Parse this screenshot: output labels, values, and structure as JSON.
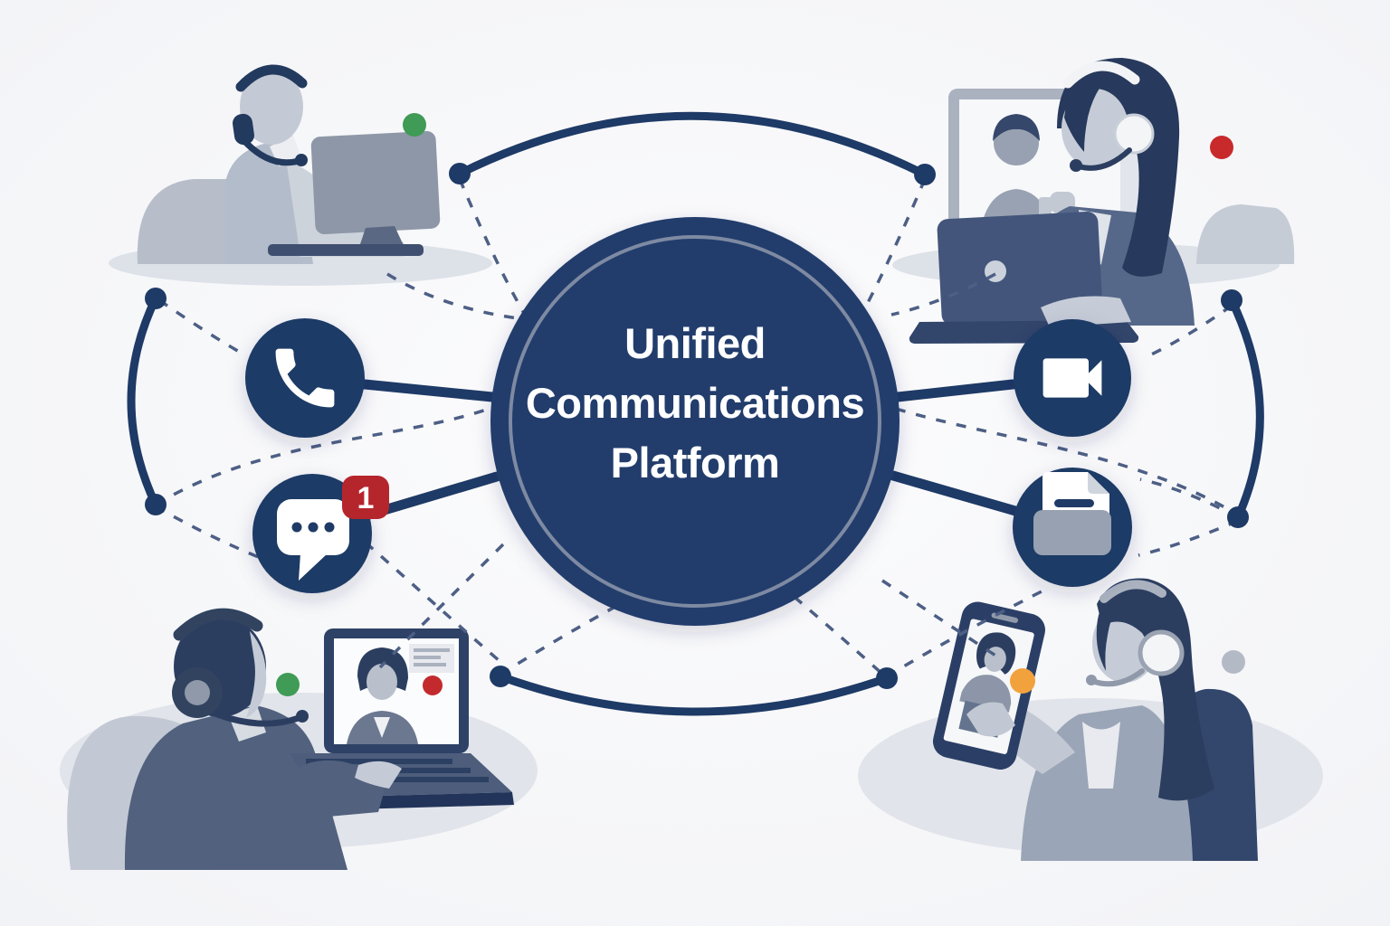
{
  "diagram": {
    "title": "Unified Communications Platform",
    "center_node": {
      "lines": [
        "Unified",
        "Communications",
        "Platform"
      ],
      "fill": "#213c6c",
      "inner_ring": "#7e8aa2",
      "text_color": "#ffffff"
    },
    "channel_nodes": [
      {
        "id": "phone",
        "icon": "phone-icon",
        "fill": "#1f3a66",
        "glyph_color": "#ffffff"
      },
      {
        "id": "chat",
        "icon": "chat-bubble-icon",
        "fill": "#1f3a66",
        "glyph_color": "#ffffff",
        "badge": {
          "text": "1",
          "fill": "#b5262c",
          "text_color": "#ffffff"
        }
      },
      {
        "id": "video",
        "icon": "video-camera-icon",
        "fill": "#1f3a66",
        "glyph_color": "#ffffff"
      },
      {
        "id": "fax",
        "icon": "fax-printer-icon",
        "fill": "#1f3a66",
        "glyph_color": "#ffffff",
        "tray_color": "#97a1b1"
      }
    ],
    "scenes": [
      {
        "id": "top-left",
        "subject": "agent-with-headset-at-desktop-computer",
        "status_dot": "#3f9b55"
      },
      {
        "id": "top-right",
        "subject": "woman-with-headset-on-laptop-video-call",
        "status_dot": "#c8292b"
      },
      {
        "id": "bottom-left",
        "subject": "man-with-headset-on-laptop-video-call",
        "status_dots": [
          "#3f9b55",
          "#c32a2e"
        ]
      },
      {
        "id": "bottom-right",
        "subject": "woman-with-headset-holding-smartphone",
        "status_dots": [
          "#f2a23c",
          "#b3bac5"
        ]
      }
    ],
    "connectors": {
      "solid_color": "#1e3a66",
      "dashed_color": "#4d5f85",
      "dot_color": "#1e3a66"
    },
    "palette": {
      "background": "#f3f4f7",
      "platform": "#dde1e8",
      "figure_gray": "#c4cad5",
      "figure_slate": "#51617e",
      "hair_navy": "#2c3e60",
      "device_navy": "#2e4267",
      "monitor_gray": "#8d97a7"
    }
  }
}
